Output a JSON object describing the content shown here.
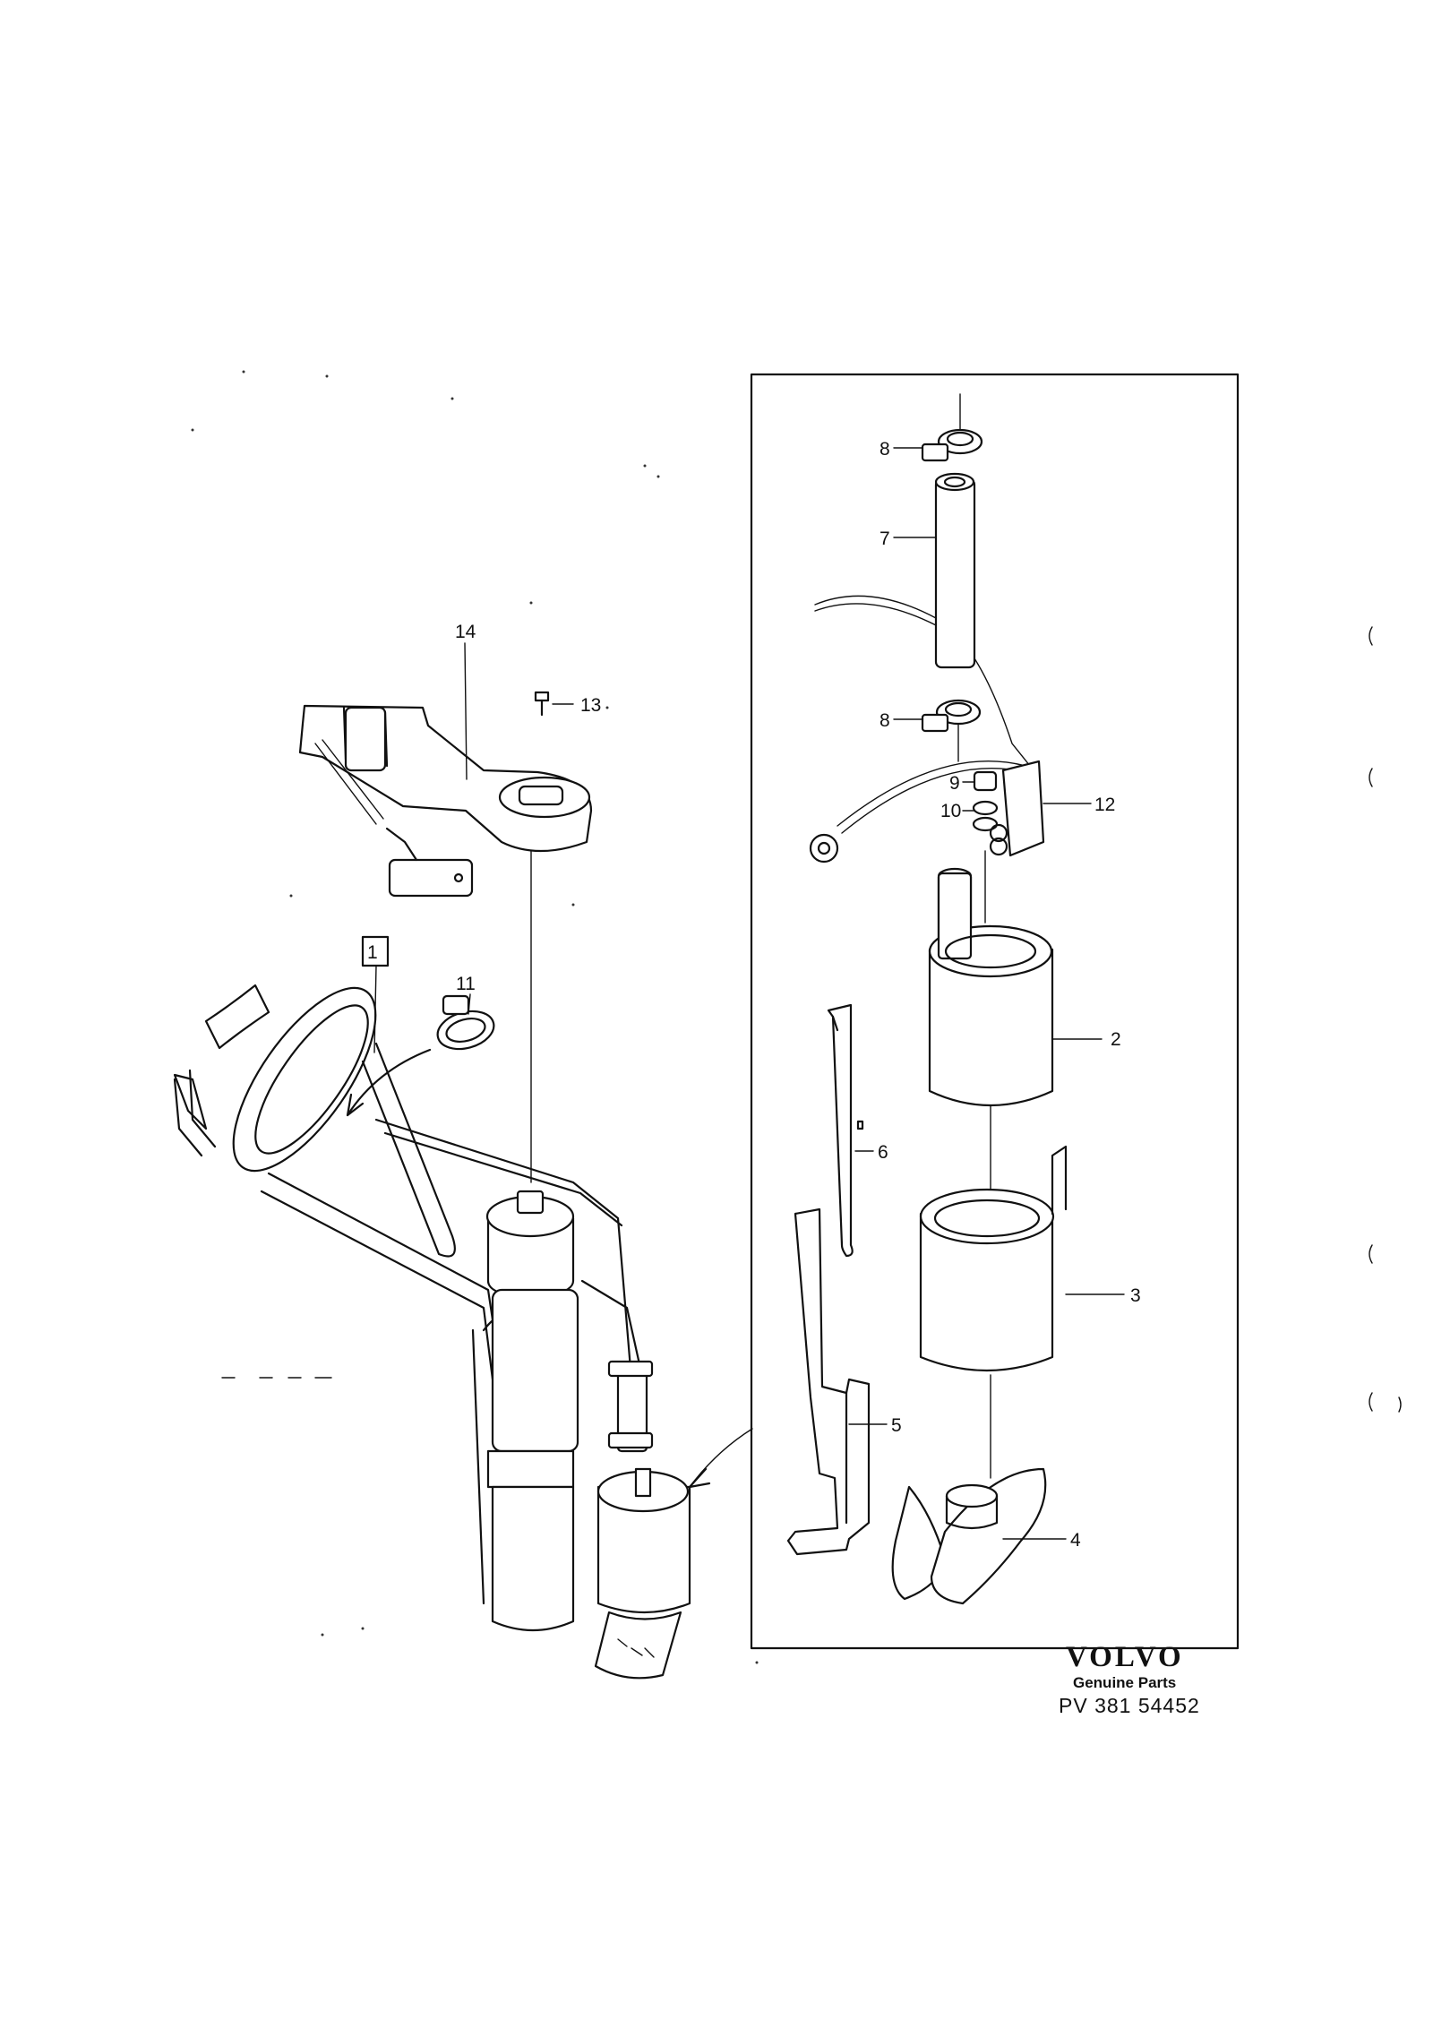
{
  "callouts": {
    "c1": "1",
    "c2": "2",
    "c3": "3",
    "c4": "4",
    "c5": "5",
    "c6": "6",
    "c7": "7",
    "c8a": "8",
    "c8b": "8",
    "c9": "9",
    "c10": "10",
    "c11": "11",
    "c12": "12",
    "c13": "13",
    "c14": "14"
  },
  "branding": {
    "logo": "VOLVO",
    "subtitle": "Genuine Parts",
    "code": "PV 381 54452"
  }
}
